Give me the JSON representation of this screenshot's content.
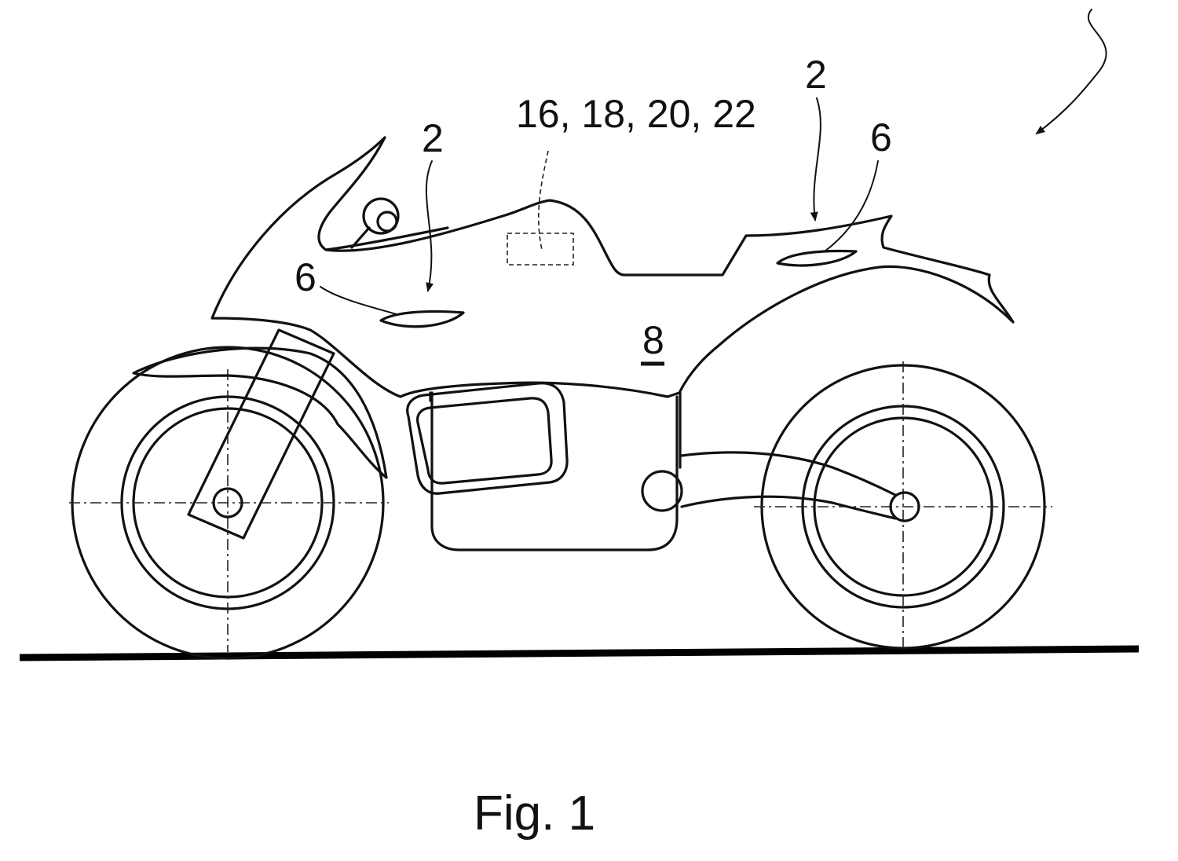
{
  "figure": {
    "caption": "Fig. 1",
    "reference_labels": {
      "arrow_left": "2",
      "arrow_right": "2",
      "part_left": "6",
      "part_right": "6",
      "components": "16, 18, 20, 22",
      "body": "8"
    }
  }
}
